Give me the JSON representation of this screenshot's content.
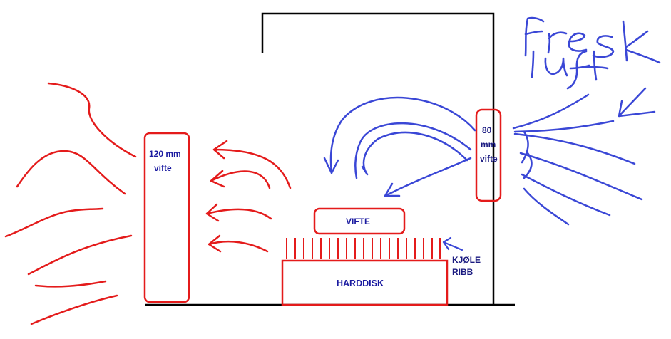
{
  "labels": {
    "big_fan_line1": "120 mm",
    "big_fan_line2": "vifte",
    "small_fan_line1": "80",
    "small_fan_line2": "mm",
    "small_fan_line3": "vifte",
    "middle_fan": "VIFTE",
    "hard_disk": "HARDDISK",
    "heatsink_line1": "KJØLE",
    "heatsink_line2": "RIBB",
    "handwritten_line1": "Fresk",
    "handwritten_line2": "luft"
  },
  "colors": {
    "hot_air": "#e41b1b",
    "fresh_air": "#3a47d6",
    "case": "#000000",
    "label_red": "#1a1aa0",
    "label_blue": "#1a1a80"
  }
}
